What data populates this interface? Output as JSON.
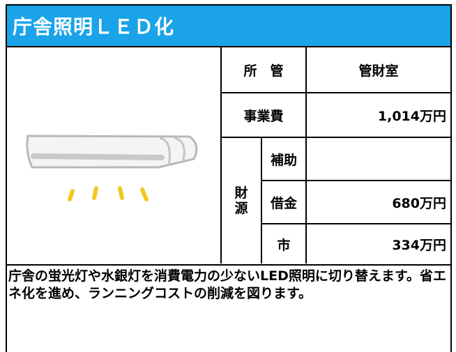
{
  "title": "庁舎照明ＬＥＤ化",
  "table": {
    "shokan_label": "所　管",
    "shokan_value": "管財室",
    "jigyohi_label": "事業費",
    "jigyohi_value": "1,014万円",
    "zaigen_label_1": "財",
    "zaigen_label_2": "源",
    "hojo_label": "補助",
    "hojo_value": "",
    "shakkin_label": "借金",
    "shakkin_value": "680万円",
    "shi_label": "市",
    "shi_value": "334万円"
  },
  "description": "庁舎の蛍光灯や水銀灯を消費電力の少ないLED照明に切り替えます。省エネ化を進め、ランニングコストの削減を図ります。",
  "colors": {
    "header_bg": "#1aa3e8",
    "light_glow": "#f2c81e"
  },
  "icons": [
    "led-light-fixture-icon"
  ]
}
